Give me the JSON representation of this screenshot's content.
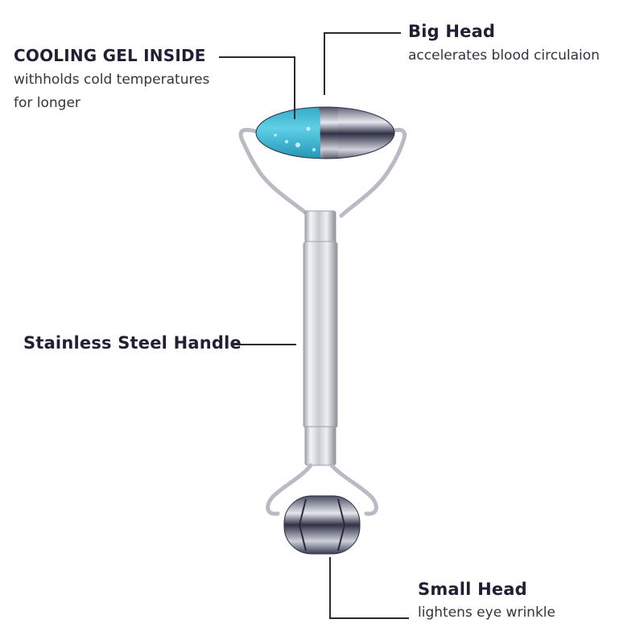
{
  "colors": {
    "text": "#1f2033",
    "leader_line": "#2a2a35",
    "gel": "#3fb4cf",
    "metal": "#3a3d52",
    "steel": "#d2d4da"
  },
  "callouts": {
    "cooling_gel": {
      "title": "COOLING GEL INSIDE",
      "desc_line1": "withholds cold temperatures",
      "desc_line2": "for longer"
    },
    "big_head": {
      "title": "Big Head",
      "desc": "accelerates blood circulaion"
    },
    "handle": {
      "title": "Stainless Steel Handle"
    },
    "small_head": {
      "title": "Small Head",
      "desc": "lightens eye wrinkle"
    }
  }
}
